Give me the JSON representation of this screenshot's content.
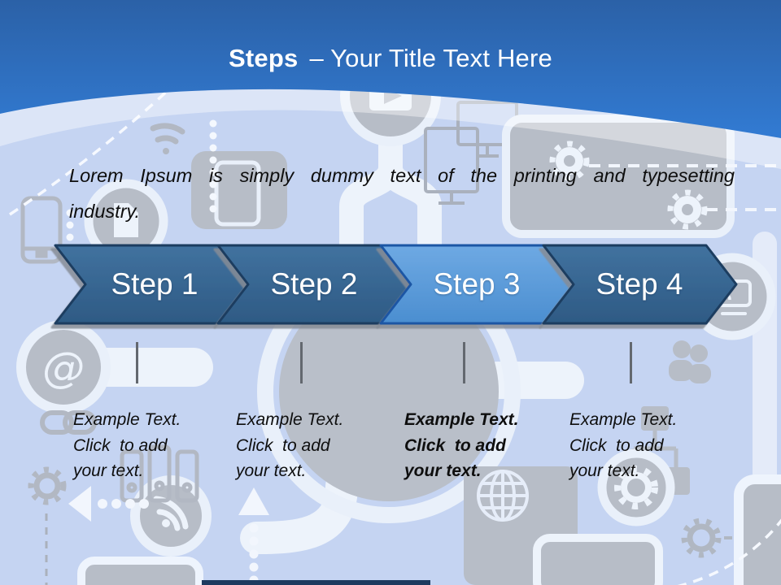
{
  "slide": {
    "title": {
      "bold": "Steps",
      "rest": "– Your Title Text Here"
    },
    "intro": {
      "line1": "Lorem Ipsum is simply dummy text of the printing and typesetting",
      "line2": "industry."
    },
    "steps": [
      {
        "label": "Step 1",
        "highlighted": false,
        "desc": [
          "Example Text.",
          "Click  to add",
          "your text."
        ]
      },
      {
        "label": "Step 2",
        "highlighted": false,
        "desc": [
          "Example Text.",
          "Click  to add",
          "your text."
        ]
      },
      {
        "label": "Step 3",
        "highlighted": true,
        "desc": [
          "Example Text.",
          "Click  to add",
          "your text."
        ]
      },
      {
        "label": "Step 4",
        "highlighted": false,
        "desc": [
          "Example Text.",
          "Click  to add",
          "your text."
        ]
      }
    ],
    "colors": {
      "header_top": "#2b61a7",
      "header_bottom": "#327bd3",
      "background": "#c5d4f2",
      "icon_gray": "#b7bdc7",
      "chevron_dark": "#31618e",
      "chevron_dark_border": "#1d3e61",
      "chevron_highlight": "#5b9bd5",
      "chevron_highlight_border": "#1c57a4",
      "step_text": "#ffffff",
      "body_text": "#0e0e0e"
    }
  }
}
